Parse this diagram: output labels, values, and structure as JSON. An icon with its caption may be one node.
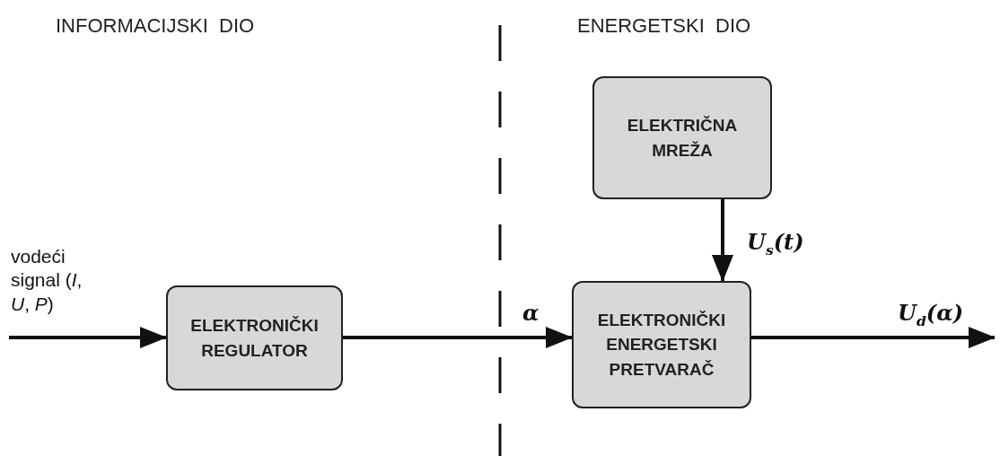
{
  "diagram": {
    "nodes": [
      {
        "text": [
          "ELEKTRIČNA MREŽA"
        ]
      },
      {
        "text": [
          "ELEKTRONIČKI REGULATOR"
        ]
      },
      {
        "text": [
          "ELEKTRONIČKI ENERGETSKI PRETVARAČ"
        ]
      }
    ],
    "edges": [
      {
        "from": null,
        "to": 1,
        "arrow": "to",
        "label": "vodeći signal (*I*, *U*, *P*)"
      },
      {
        "from": 1,
        "to": 2,
        "arrow": "to",
        "label": "α"
      },
      {
        "from": 0,
        "to": 2,
        "arrow": "to",
        "label": "U$_{s}$(t)"
      },
      {
        "from": 2,
        "to": null,
        "arrow": "to",
        "label": "U$_{d}$(α)"
      }
    ],
    "labels": [
      "INFORMACIJSKI  DIO",
      "ENERGETSKI  DIO"
    ]
  }
}
